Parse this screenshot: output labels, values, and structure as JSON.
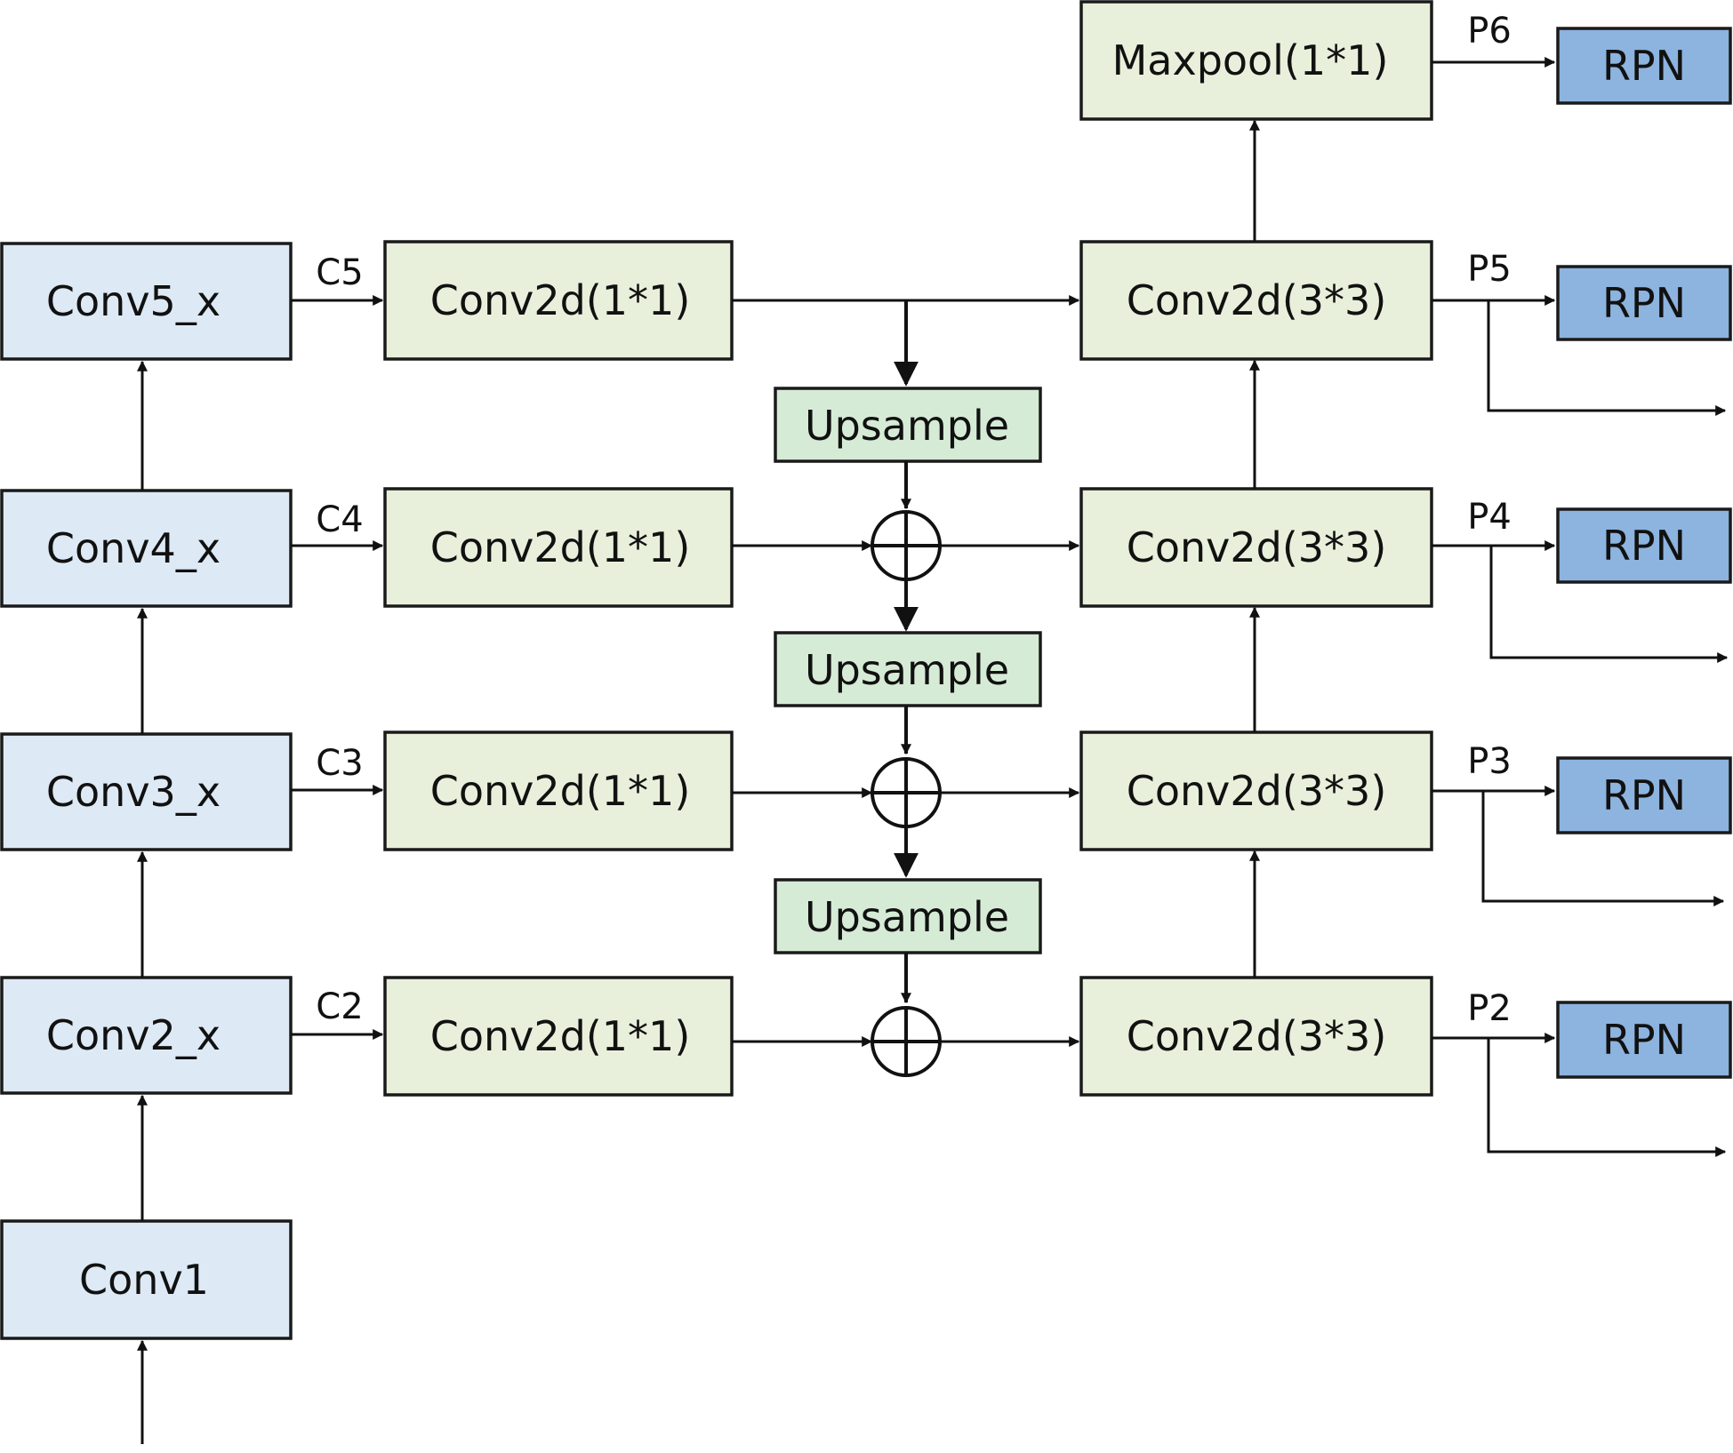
{
  "colors": {
    "backbone_fill": "#dde9f5",
    "lateral_fill": "#e8f0db",
    "upsample_fill": "#d6ebd6",
    "rpn_fill": "#8db3df",
    "stroke": "#1a1a1a"
  },
  "backbone": {
    "conv1": "Conv1",
    "conv2": "Conv2_x",
    "conv3": "Conv3_x",
    "conv4": "Conv4_x",
    "conv5": "Conv5_x"
  },
  "c_labels": {
    "c2": "C2",
    "c3": "C3",
    "c4": "C4",
    "c5": "C5"
  },
  "lateral": {
    "l2": "Conv2d(1*1)",
    "l3": "Conv2d(1*1)",
    "l4": "Conv2d(1*1)",
    "l5": "Conv2d(1*1)"
  },
  "upsample": {
    "u1": "Upsample",
    "u2": "Upsample",
    "u3": "Upsample"
  },
  "output_conv": {
    "o2": "Conv2d(3*3)",
    "o3": "Conv2d(3*3)",
    "o4": "Conv2d(3*3)",
    "o5": "Conv2d(3*3)"
  },
  "maxpool": "Maxpool(1*1)",
  "p_labels": {
    "p2": "P2",
    "p3": "P3",
    "p4": "P4",
    "p5": "P5",
    "p6": "P6"
  },
  "rpn": {
    "r2": "RPN",
    "r3": "RPN",
    "r4": "RPN",
    "r5": "RPN",
    "r6": "RPN"
  }
}
